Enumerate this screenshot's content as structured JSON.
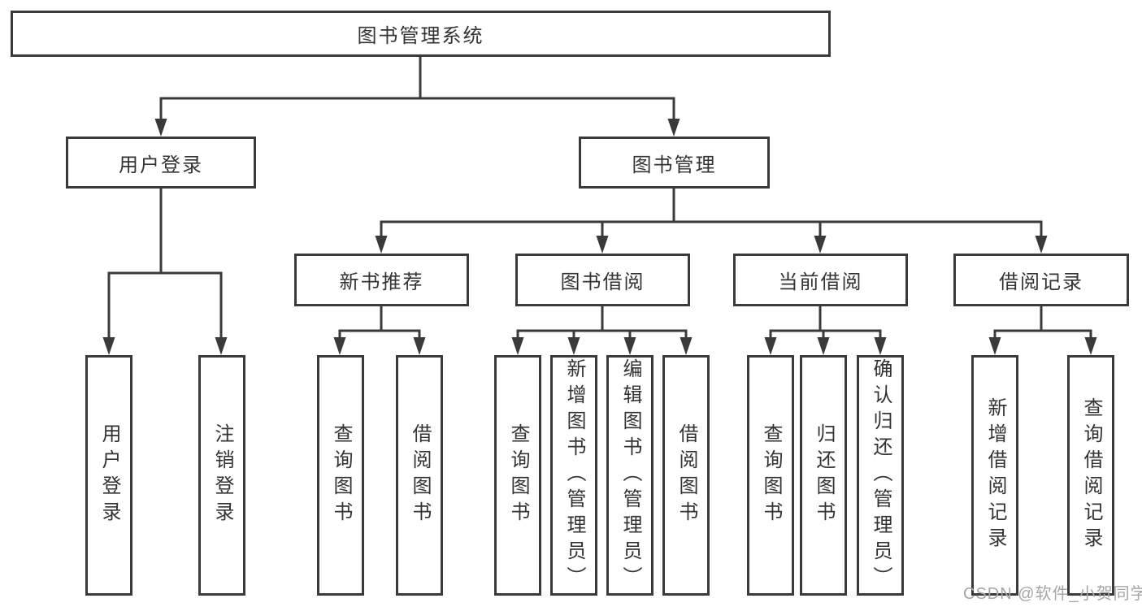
{
  "tree": {
    "label": "图书管理系统",
    "children": [
      {
        "label": "用户登录",
        "children": [
          {
            "label": "用户登录"
          },
          {
            "label": "注销登录"
          }
        ]
      },
      {
        "label": "图书管理",
        "children": [
          {
            "label": "新书推荐",
            "children": [
              {
                "label": "查询图书"
              },
              {
                "label": "借阅图书"
              }
            ]
          },
          {
            "label": "图书借阅",
            "children": [
              {
                "label": "查询图书"
              },
              {
                "label": "新增图书（管理员）"
              },
              {
                "label": "编辑图书（管理员）"
              },
              {
                "label": "借阅图书"
              }
            ]
          },
          {
            "label": "当前借阅",
            "children": [
              {
                "label": "查询图书"
              },
              {
                "label": "归还图书"
              },
              {
                "label": "确认归还（管理员）"
              }
            ]
          },
          {
            "label": "借阅记录",
            "children": [
              {
                "label": "新增借阅记录"
              },
              {
                "label": "查询借阅记录"
              }
            ]
          }
        ]
      }
    ]
  },
  "watermark": "CSDN @软件_小贺同学",
  "colors": {
    "line": "#3a3a3a",
    "text": "#333333",
    "watermark": "#a6a6a6",
    "background": "#ffffff"
  }
}
